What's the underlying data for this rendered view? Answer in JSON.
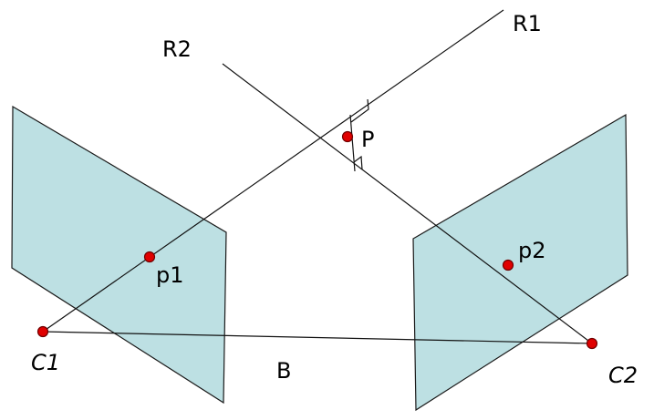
{
  "labels": {
    "r1": "R1",
    "r2": "R2",
    "p": "P",
    "p1": "p1",
    "p2": "p2",
    "c1": "C1",
    "c2": "C2",
    "b": "B"
  },
  "colors": {
    "plane_fill": "#bde0e3",
    "point_fill": "#e00000",
    "line": "#111111"
  }
}
